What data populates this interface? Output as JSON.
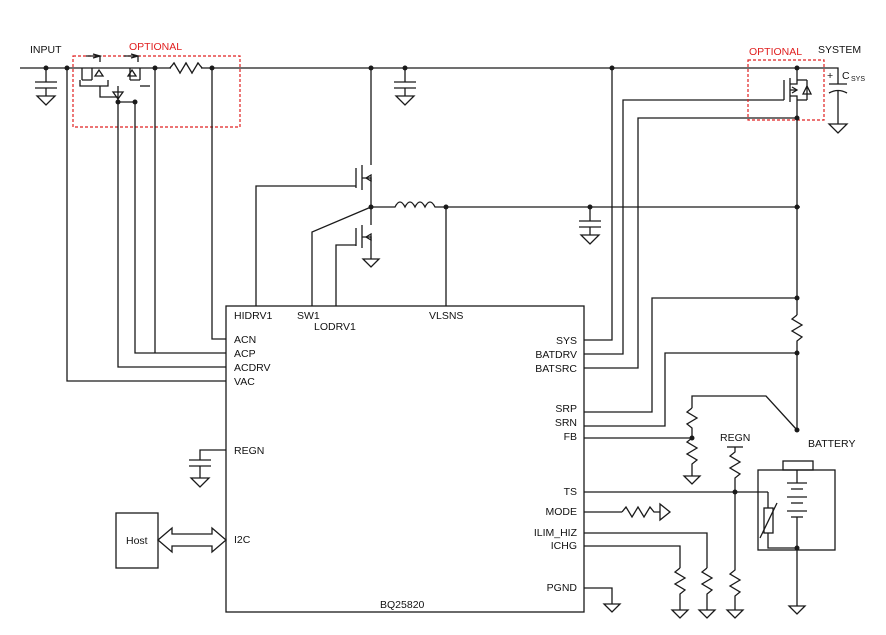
{
  "labels": {
    "input": "INPUT",
    "optional_left": "OPTIONAL",
    "optional_right": "OPTIONAL",
    "system": "SYSTEM",
    "csys_plus": "+",
    "csys": "C",
    "csys_sub": "SYS",
    "battery": "BATTERY",
    "regn_resistor": "REGN",
    "host": "Host",
    "chip_name": "BQ25820"
  },
  "chip_pins": {
    "top": {
      "hidrv1": "HIDRV1",
      "sw1": "SW1",
      "lodrv1": "LODRV1",
      "vlsns": "VLSNS"
    },
    "left": {
      "acn": "ACN",
      "acp": "ACP",
      "acdrv": "ACDRV",
      "vac": "VAC",
      "regn": "REGN",
      "i2c": "I2C"
    },
    "right": {
      "sys": "SYS",
      "batdrv": "BATDRV",
      "batsrc": "BATSRC",
      "srp": "SRP",
      "srn": "SRN",
      "fb": "FB",
      "ts": "TS",
      "mode": "MODE",
      "ilim_hiz": "ILIM_HIZ",
      "ichg": "ICHG",
      "pgnd": "PGND"
    }
  },
  "colors": {
    "optional": "#e02020",
    "wire": "#1a1a1a"
  }
}
